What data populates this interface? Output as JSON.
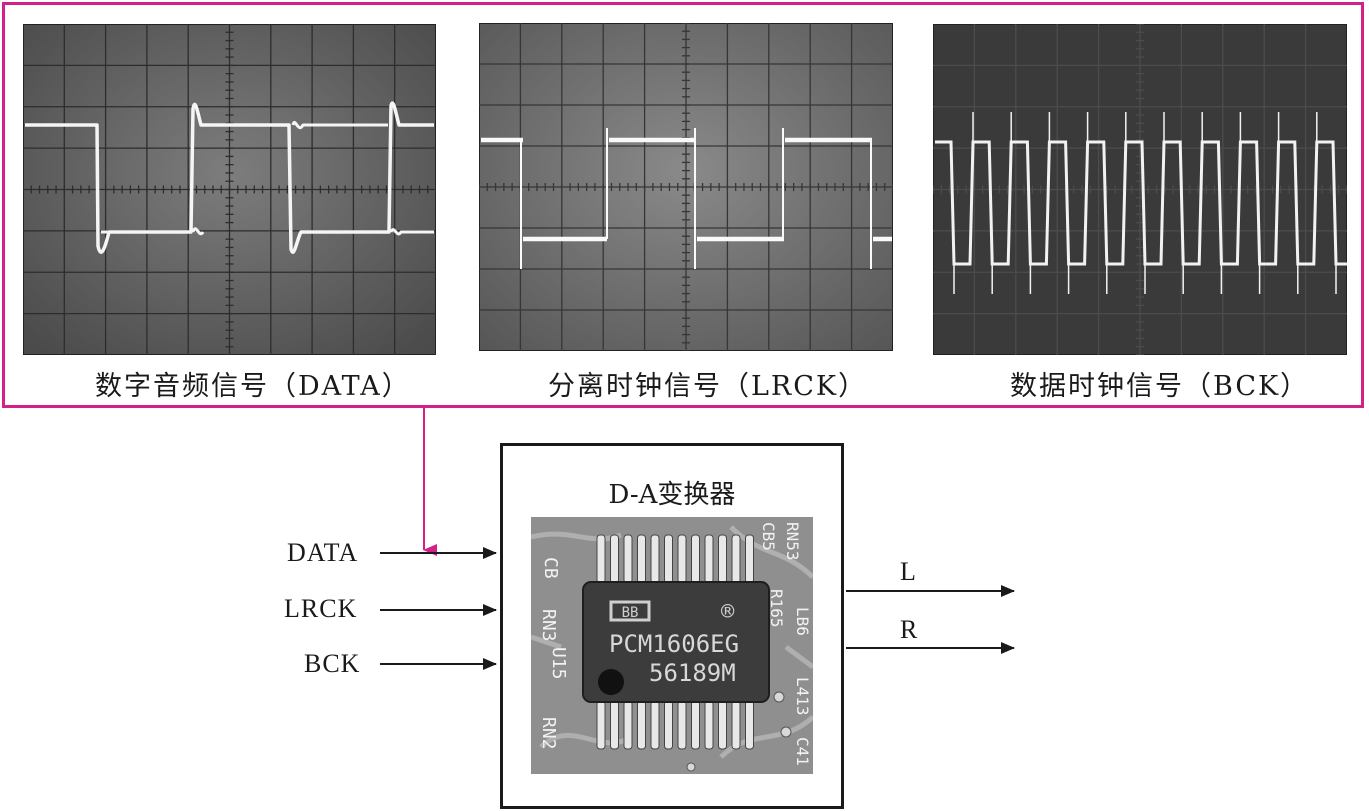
{
  "scopes": [
    {
      "caption": "数字音频信号（DATA）"
    },
    {
      "caption": "分离时钟信号（LRCK）"
    },
    {
      "caption": "数据时钟信号（BCK）"
    }
  ],
  "dac": {
    "title": "D-A变换器",
    "chip_marking_line1": "PCM1606EG",
    "chip_marking_line2": "56189M",
    "chip_logo": "BB",
    "registered_mark": "®",
    "pcb_labels": [
      "CB",
      "RN3",
      "U15",
      "RN2",
      "CB5",
      "RN53",
      "R165",
      "LB6",
      "L413",
      "C41"
    ]
  },
  "inputs": [
    "DATA",
    "LRCK",
    "BCK"
  ],
  "outputs": [
    "L",
    "R"
  ],
  "colors": {
    "frame": "#d4218a",
    "line": "#1a1a1a",
    "scope_bg": "#3a3a3a"
  }
}
